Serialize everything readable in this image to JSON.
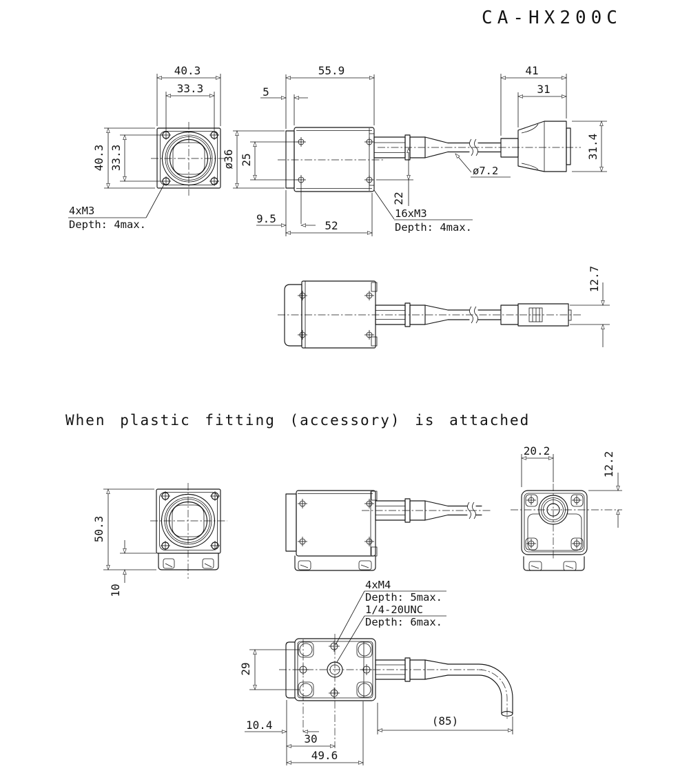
{
  "title": "CA-HX200C",
  "section_note": "When plastic fitting (accessory) is attached",
  "colors": {
    "line": "#141414",
    "background": "#ffffff"
  },
  "views": {
    "front": {
      "width": "40.3",
      "hole_span_w": "33.3",
      "height": "40.3",
      "hole_span_h": "33.3",
      "tap": "4xM3",
      "tap_depth": "Depth: 4max."
    },
    "side": {
      "length": "55.9",
      "mount_protrusion": "5",
      "lens_dia": "ø36",
      "hole_span": "25",
      "hole_offset": "9.5",
      "body_length": "52",
      "tap_height": "22",
      "tap": "16xM3",
      "tap_depth": "Depth: 4max.",
      "cable_dia": "ø7.2"
    },
    "connector": {
      "length": "41",
      "body_length": "31",
      "height": "31.4"
    },
    "top": {
      "connector_height": "12.7"
    },
    "fitted_front": {
      "height": "50.3",
      "base_height": "10"
    },
    "fitted_rear": {
      "connector_offset_x": "20.2",
      "connector_offset_y": "12.2"
    },
    "bottom": {
      "tap": "4xM4",
      "tap_depth": "Depth: 5max.",
      "tripod": "1/4-20UNC",
      "tripod_depth": "Depth: 6max.",
      "hole_span_v": "29",
      "hole_offset": "10.4",
      "center_offset": "30",
      "length": "49.6",
      "cable_bend": "(85)"
    }
  }
}
